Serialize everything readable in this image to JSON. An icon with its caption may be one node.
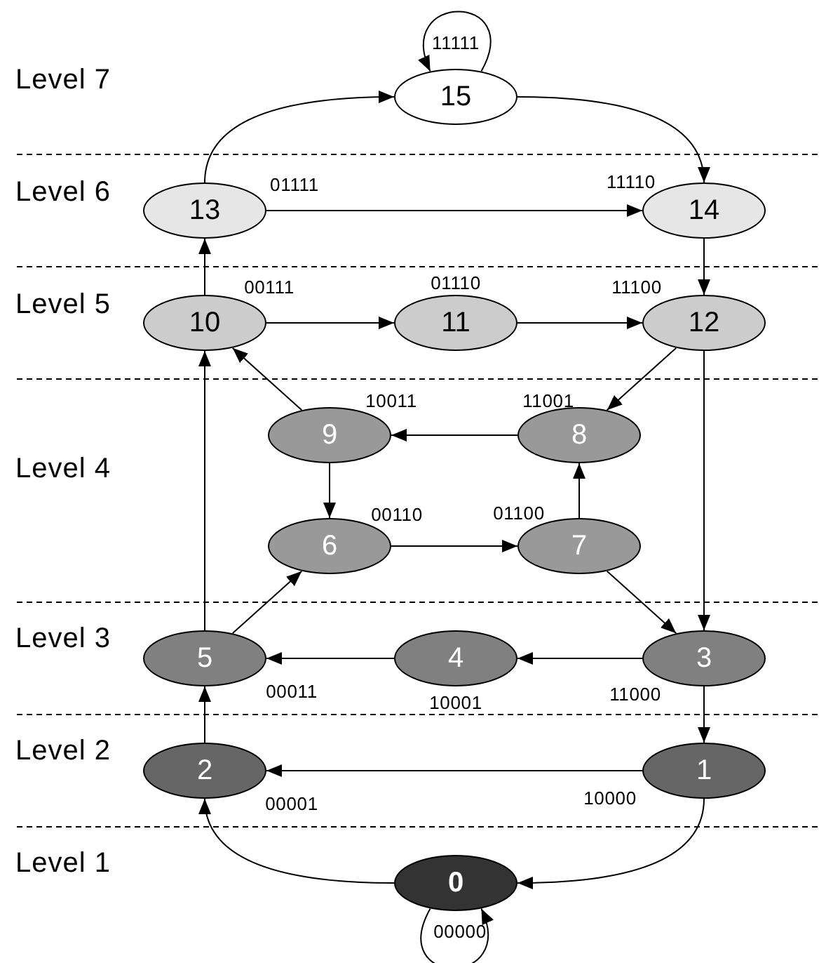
{
  "diagram": {
    "nodes": [
      {
        "text": [
          "15"
        ],
        "beside": [
          "11111"
        ]
      },
      {
        "text": [
          "13"
        ],
        "beside": [
          "01111"
        ]
      },
      {
        "text": [
          "14"
        ],
        "beside": [
          "11110"
        ]
      },
      {
        "text": [
          "10"
        ],
        "beside": [
          "00111"
        ]
      },
      {
        "text": [
          "11"
        ],
        "beside": [
          "01110"
        ]
      },
      {
        "text": [
          "12"
        ],
        "beside": [
          "11100"
        ]
      },
      {
        "text": [
          "9"
        ],
        "beside": [
          "10011"
        ]
      },
      {
        "text": [
          "8"
        ],
        "beside": [
          "11001"
        ]
      },
      {
        "text": [
          "6"
        ],
        "beside": [
          "00110"
        ]
      },
      {
        "text": [
          "7"
        ],
        "beside": [
          "01100"
        ]
      },
      {
        "text": [
          "5"
        ],
        "beside": [
          "00011"
        ]
      },
      {
        "text": [
          "4"
        ],
        "beside": [
          "10001"
        ]
      },
      {
        "text": [
          "3"
        ],
        "beside": [
          "11000"
        ]
      },
      {
        "text": [
          "2"
        ],
        "beside": [
          "00001"
        ]
      },
      {
        "text": [
          "1"
        ],
        "beside": [
          "10000"
        ]
      },
      {
        "text": [
          "0"
        ],
        "beside": [
          "00000"
        ]
      }
    ],
    "edges": [
      {
        "from": 0,
        "to": 0,
        "arrow": "to"
      },
      {
        "from": 1,
        "to": 0,
        "arrow": "to"
      },
      {
        "from": 0,
        "to": 2,
        "arrow": "to"
      },
      {
        "from": 1,
        "to": 2,
        "arrow": "to"
      },
      {
        "from": 2,
        "to": 5,
        "arrow": "to"
      },
      {
        "from": 3,
        "to": 1,
        "arrow": "to"
      },
      {
        "from": 3,
        "to": 4,
        "arrow": "to"
      },
      {
        "from": 4,
        "to": 5,
        "arrow": "to"
      },
      {
        "from": 6,
        "to": 3,
        "arrow": "to"
      },
      {
        "from": 5,
        "to": 7,
        "arrow": "to"
      },
      {
        "from": 7,
        "to": 6,
        "arrow": "to"
      },
      {
        "from": 6,
        "to": 8,
        "arrow": "to"
      },
      {
        "from": 8,
        "to": 9,
        "arrow": "to"
      },
      {
        "from": 9,
        "to": 7,
        "arrow": "to"
      },
      {
        "from": 10,
        "to": 8,
        "arrow": "to"
      },
      {
        "from": 10,
        "to": 3,
        "arrow": "to"
      },
      {
        "from": 9,
        "to": 12,
        "arrow": "to"
      },
      {
        "from": 5,
        "to": 12,
        "arrow": "to"
      },
      {
        "from": 12,
        "to": 11,
        "arrow": "to"
      },
      {
        "from": 11,
        "to": 10,
        "arrow": "to"
      },
      {
        "from": 12,
        "to": 14,
        "arrow": "to"
      },
      {
        "from": 13,
        "to": 10,
        "arrow": "to"
      },
      {
        "from": 14,
        "to": 13,
        "arrow": "to"
      },
      {
        "from": 15,
        "to": 13,
        "arrow": "to"
      },
      {
        "from": 14,
        "to": 15,
        "arrow": "to"
      },
      {
        "from": 15,
        "to": 15,
        "arrow": "to"
      }
    ],
    "labels": [
      "Level 7",
      "Level 6",
      "Level 5",
      "Level 4",
      "Level 3",
      "Level 2",
      "Level 1"
    ]
  }
}
